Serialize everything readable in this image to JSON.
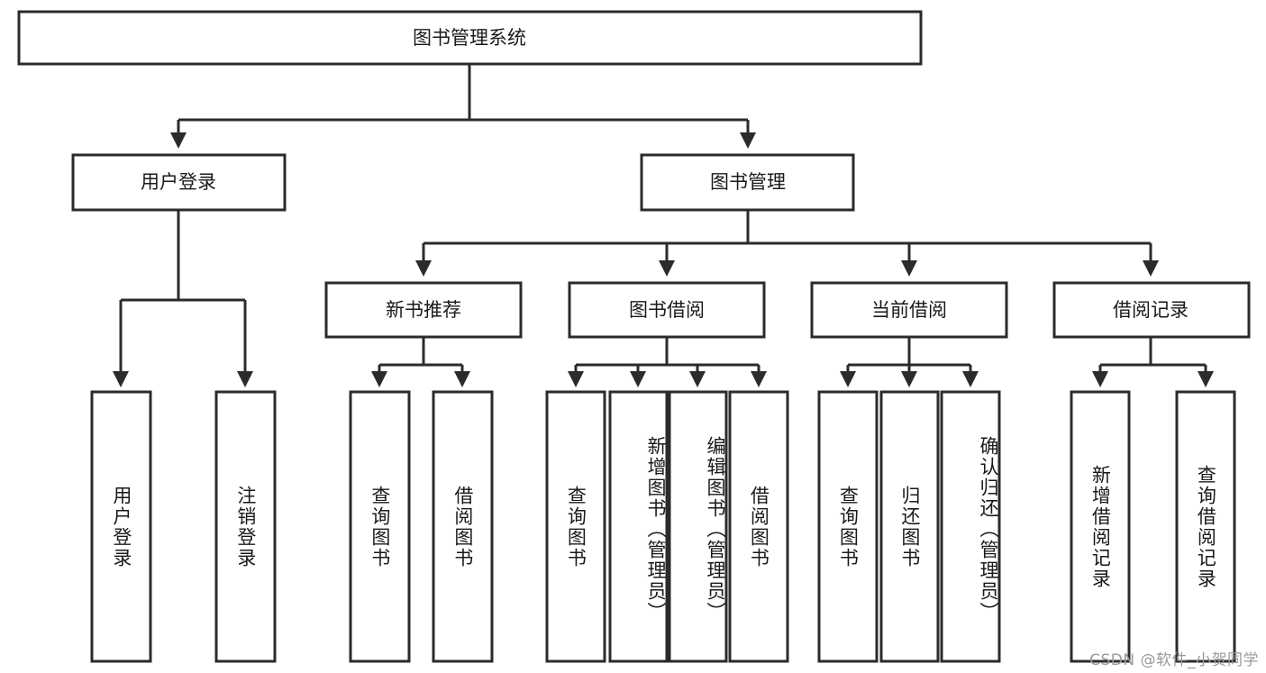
{
  "diagram": {
    "type": "tree",
    "title": "图书管理系统",
    "watermark": "CSDN @软件_小贺同学",
    "colors": {
      "box_stroke": "#2b2b2b",
      "box_fill": "#ffffff",
      "connector": "#2b2b2b",
      "text": "#1a1a1a",
      "watermark": "#9a9a9a",
      "background": "#ffffff"
    },
    "levels": {
      "root": {
        "label": "图书管理系统"
      },
      "level2": [
        {
          "label": "用户登录"
        },
        {
          "label": "图书管理"
        }
      ],
      "level3": [
        {
          "label": "新书推荐"
        },
        {
          "label": "图书借阅"
        },
        {
          "label": "当前借阅"
        },
        {
          "label": "借阅记录"
        }
      ],
      "leaves": {
        "用户登录": [
          {
            "label": "用户登录"
          },
          {
            "label": "注销登录"
          }
        ],
        "新书推荐": [
          {
            "label": "查询图书"
          },
          {
            "label": "借阅图书"
          }
        ],
        "图书借阅": [
          {
            "label": "查询图书"
          },
          {
            "label": "新增图书（管理员）"
          },
          {
            "label": "编辑图书（管理员）"
          },
          {
            "label": "借阅图书"
          }
        ],
        "当前借阅": [
          {
            "label": "查询图书"
          },
          {
            "label": "归还图书"
          },
          {
            "label": "确认归还（管理员）"
          }
        ],
        "借阅记录": [
          {
            "label": "新增借阅记录"
          },
          {
            "label": "查询借阅记录"
          }
        ]
      }
    },
    "edges": [
      {
        "from": "图书管理系统",
        "to": "用户登录"
      },
      {
        "from": "图书管理系统",
        "to": "图书管理"
      },
      {
        "from": "图书管理",
        "to": "新书推荐"
      },
      {
        "from": "图书管理",
        "to": "图书借阅"
      },
      {
        "from": "图书管理",
        "to": "当前借阅"
      },
      {
        "from": "图书管理",
        "to": "借阅记录"
      },
      {
        "from": "用户登录",
        "to": "用户登录"
      },
      {
        "from": "用户登录",
        "to": "注销登录"
      },
      {
        "from": "新书推荐",
        "to": "查询图书"
      },
      {
        "from": "新书推荐",
        "to": "借阅图书"
      },
      {
        "from": "图书借阅",
        "to": "查询图书"
      },
      {
        "from": "图书借阅",
        "to": "新增图书（管理员）"
      },
      {
        "from": "图书借阅",
        "to": "编辑图书（管理员）"
      },
      {
        "from": "图书借阅",
        "to": "借阅图书"
      },
      {
        "from": "当前借阅",
        "to": "查询图书"
      },
      {
        "from": "当前借阅",
        "to": "归还图书"
      },
      {
        "from": "当前借阅",
        "to": "确认归还（管理员）"
      },
      {
        "from": "借阅记录",
        "to": "新增借阅记录"
      },
      {
        "from": "借阅记录",
        "to": "查询借阅记录"
      }
    ]
  }
}
